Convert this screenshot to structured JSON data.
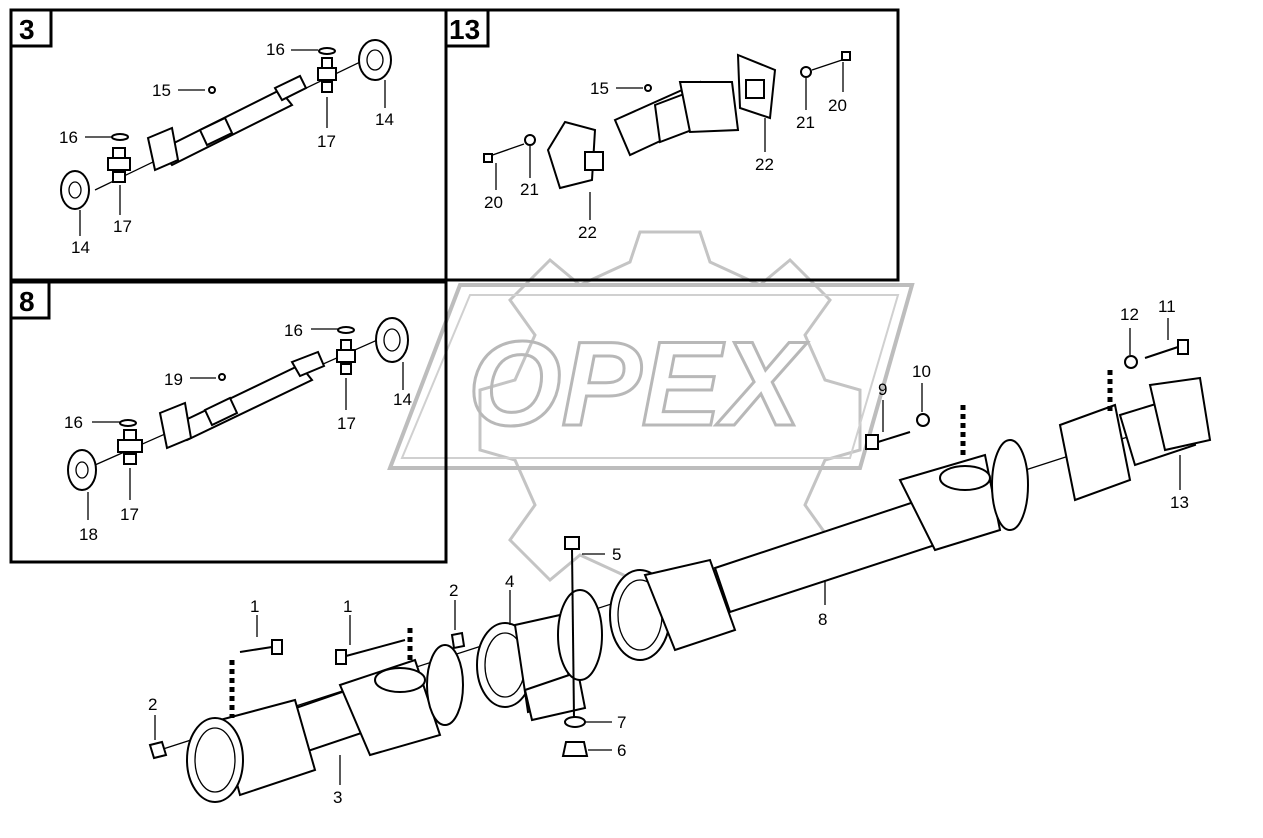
{
  "watermark": {
    "text": "OPEX",
    "color": "#b8b8b8"
  },
  "insets": [
    {
      "id": "3",
      "label": "3"
    },
    {
      "id": "13",
      "label": "13"
    },
    {
      "id": "8",
      "label": "8"
    }
  ],
  "callouts": {
    "c1": "16",
    "c2": "15",
    "c3": "16",
    "c4": "17",
    "c5": "14",
    "c6": "17",
    "c7": "14",
    "c8": "15",
    "c9": "20",
    "c10": "21",
    "c11": "22",
    "c12": "20",
    "c13": "21",
    "c14": "22",
    "c15": "16",
    "c16": "19",
    "c17": "16",
    "c18": "17",
    "c19": "14",
    "c20": "17",
    "c21": "18",
    "c22": "12",
    "c23": "11",
    "c24": "9",
    "c25": "10",
    "c26": "13",
    "c27": "5",
    "c28": "8",
    "c29": "4",
    "c30": "2",
    "c31": "1",
    "c32": "1",
    "c33": "2",
    "c34": "7",
    "c35": "6",
    "c36": "3"
  }
}
